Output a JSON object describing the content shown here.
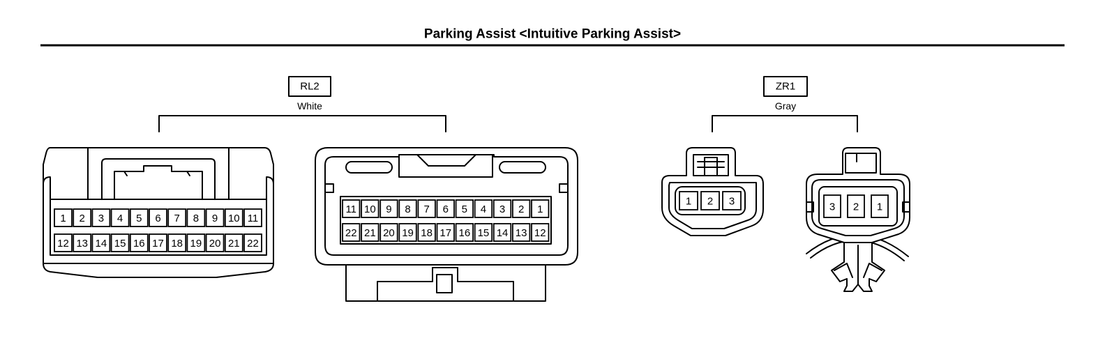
{
  "page": {
    "title": "Parking Assist <Intuitive Parking Assist>"
  },
  "connectors": [
    {
      "code": "RL2",
      "color": "White",
      "female_top_row": [
        "1",
        "2",
        "3",
        "4",
        "5",
        "6",
        "7",
        "8",
        "9",
        "10",
        "11"
      ],
      "female_bottom_row": [
        "12",
        "13",
        "14",
        "15",
        "16",
        "17",
        "18",
        "19",
        "20",
        "21",
        "22"
      ],
      "male_top_row": [
        "11",
        "10",
        "9",
        "8",
        "7",
        "6",
        "5",
        "4",
        "3",
        "2",
        "1"
      ],
      "male_bottom_row": [
        "22",
        "21",
        "20",
        "19",
        "18",
        "17",
        "16",
        "15",
        "14",
        "13",
        "12"
      ]
    },
    {
      "code": "ZR1",
      "color": "Gray",
      "female_row": [
        "1",
        "2",
        "3"
      ],
      "male_row": [
        "3",
        "2",
        "1"
      ]
    }
  ]
}
